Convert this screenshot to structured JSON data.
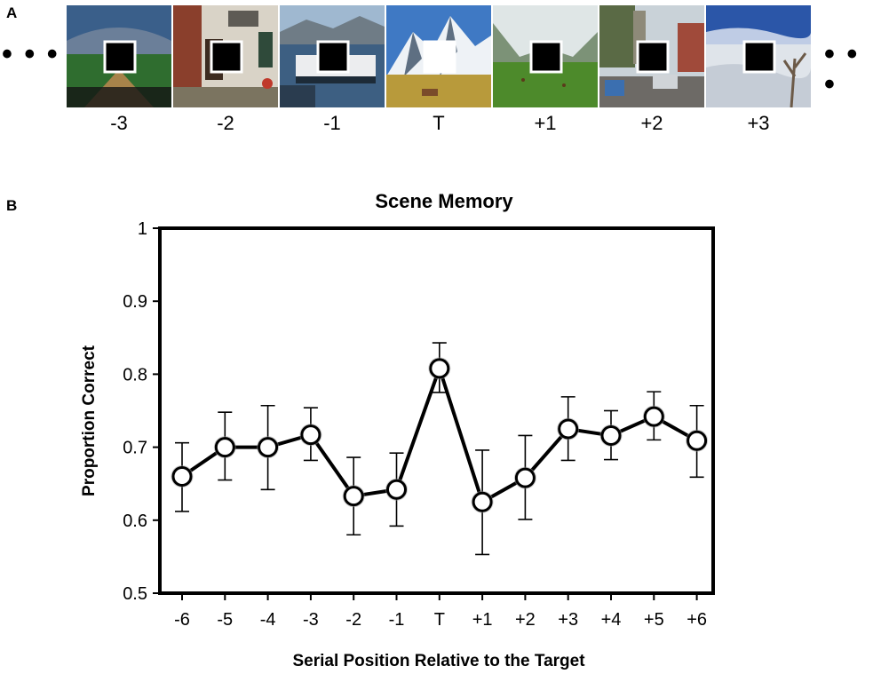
{
  "panel_a": {
    "letter": "A",
    "ellipsis_left": "• • •",
    "ellipsis_right": "• • •",
    "images": [
      {
        "label": "-3",
        "scene": "stadium",
        "square": "black"
      },
      {
        "label": "-2",
        "scene": "building",
        "square": "black"
      },
      {
        "label": "-1",
        "scene": "harbor",
        "square": "black"
      },
      {
        "label": "T",
        "scene": "mountain",
        "square": "white"
      },
      {
        "label": "+1",
        "scene": "meadow",
        "square": "black"
      },
      {
        "label": "+2",
        "scene": "street",
        "square": "black"
      },
      {
        "label": "+3",
        "scene": "snow",
        "square": "black"
      }
    ]
  },
  "panel_b": {
    "letter": "B"
  },
  "chart_data": {
    "type": "line",
    "title": "Scene Memory",
    "xlabel": "Serial Position Relative to the Target",
    "ylabel": "Proportion Correct",
    "categories": [
      "-6",
      "-5",
      "-4",
      "-3",
      "-2",
      "-1",
      "T",
      "+1",
      "+2",
      "+3",
      "+4",
      "+5",
      "+6"
    ],
    "values": [
      0.66,
      0.7,
      0.7,
      0.717,
      0.633,
      0.642,
      0.808,
      0.625,
      0.658,
      0.725,
      0.716,
      0.742,
      0.709
    ],
    "error_upper": [
      0.706,
      0.748,
      0.757,
      0.754,
      0.686,
      0.692,
      0.843,
      0.696,
      0.716,
      0.769,
      0.75,
      0.776,
      0.757
    ],
    "error_lower": [
      0.612,
      0.655,
      0.642,
      0.682,
      0.58,
      0.592,
      0.775,
      0.553,
      0.601,
      0.682,
      0.683,
      0.71,
      0.659
    ],
    "ylim": [
      0.5,
      1.0
    ],
    "yticks": [
      "0.5",
      "0.6",
      "0.7",
      "0.8",
      "0.9",
      "1"
    ],
    "grid": false,
    "colors": {
      "line": "#000000",
      "marker_fill": "#ffffff",
      "marker_stroke": "#000000"
    }
  }
}
